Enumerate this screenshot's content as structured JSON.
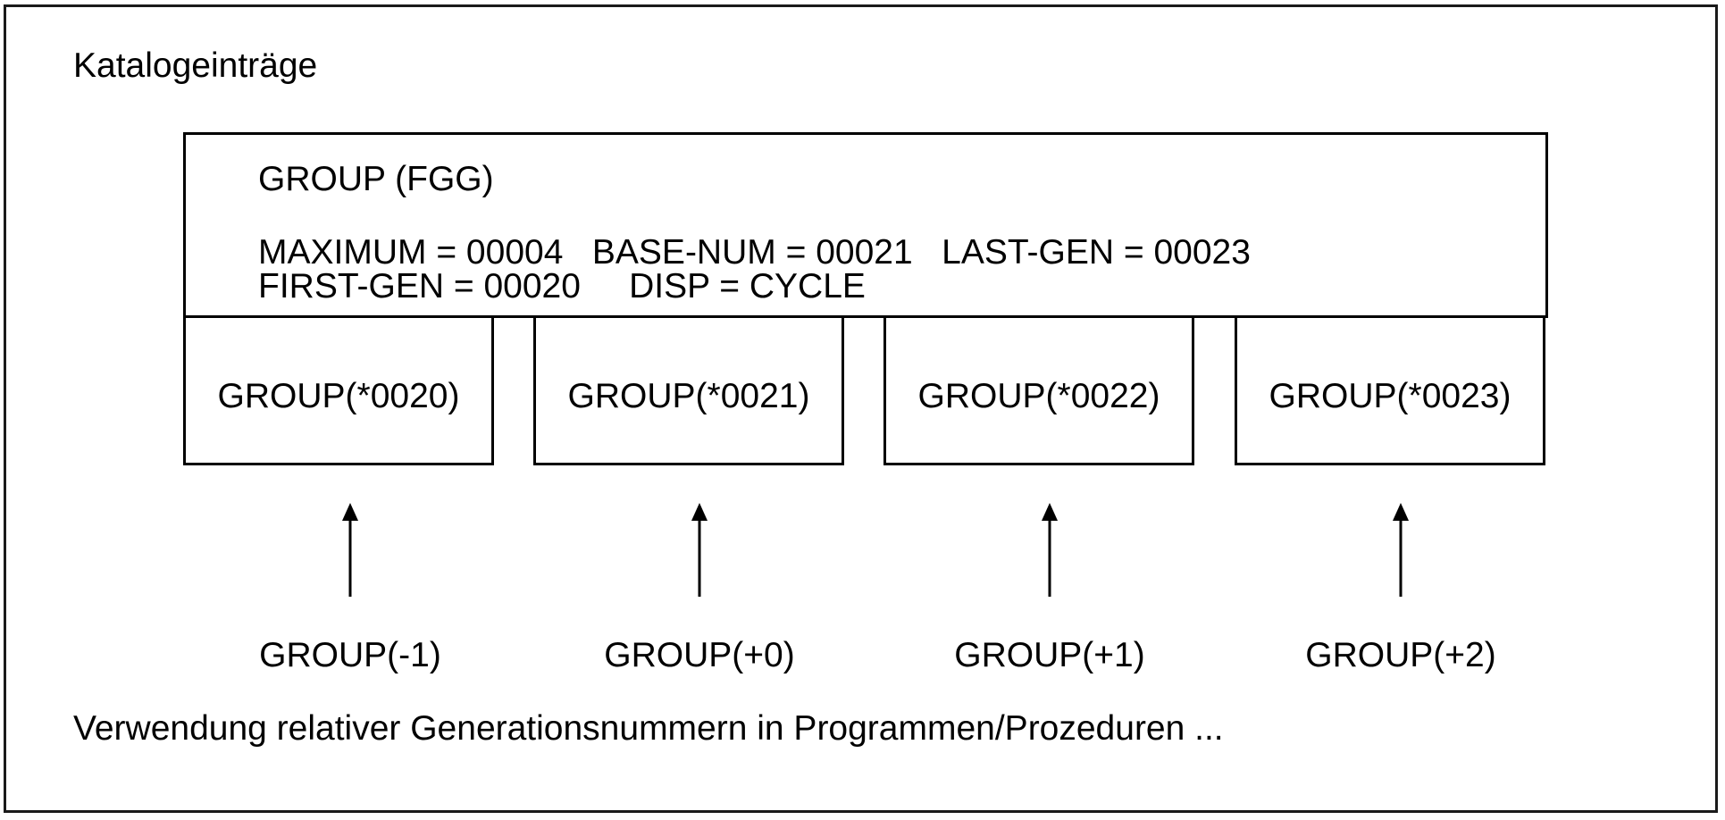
{
  "title": "Katalogeinträge",
  "group_header": {
    "name": "GROUP (FGG)",
    "line1": "MAXIMUM = 00004   BASE-NUM = 00021   LAST-GEN = 00023",
    "line2": "FIRST-GEN = 00020     DISP = CYCLE"
  },
  "generations": [
    {
      "label": "GROUP(*0020)"
    },
    {
      "label": "GROUP(*0021)"
    },
    {
      "label": "GROUP(*0022)"
    },
    {
      "label": "GROUP(*0023)"
    }
  ],
  "relative_refs": [
    {
      "label": "GROUP(-1)"
    },
    {
      "label": "GROUP(+0)"
    },
    {
      "label": "GROUP(+1)"
    },
    {
      "label": "GROUP(+2)"
    }
  ],
  "footer": "Verwendung relativer Generationsnummern in Programmen/Prozeduren ..."
}
